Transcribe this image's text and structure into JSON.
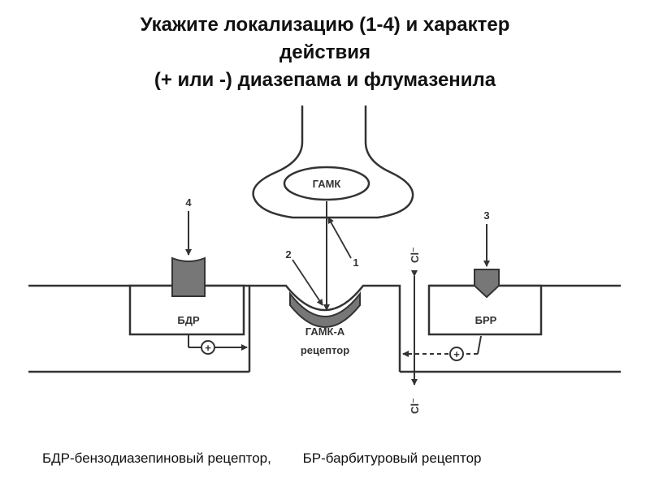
{
  "title": {
    "line1": "Укажите локализацию (1-4) и характер",
    "line2": "действия",
    "line3": "(+ или -) диазепама и флумазенила"
  },
  "diagram": {
    "gaba": "ГАМК",
    "gaba_a_line1": "ГАМК-А",
    "gaba_a_line2": "рецептор",
    "bdr": "БДР",
    "brr": "БРР",
    "num1": "1",
    "num2": "2",
    "num3": "3",
    "num4": "4",
    "cl_top": "Cl⁻",
    "cl_bottom": "Cl⁻",
    "plus_left": "+",
    "plus_right": "+"
  },
  "legend": {
    "left": "БДР-бензодиазепиновый рецептор,",
    "right": "БР-барбитуровый рецептор"
  },
  "colors": {
    "line": "#333333",
    "receptor_fill": "#777777",
    "background": "#ffffff"
  }
}
